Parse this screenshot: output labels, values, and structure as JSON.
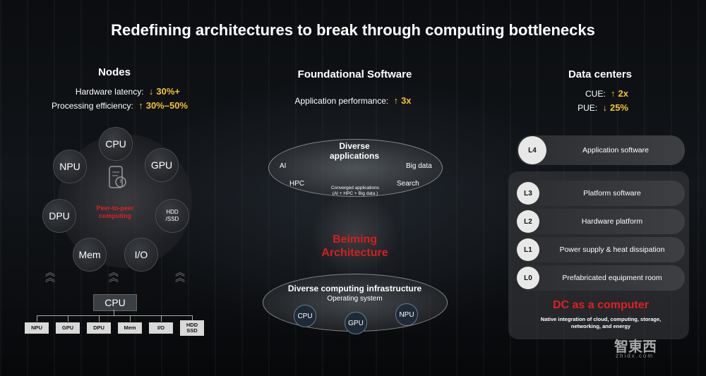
{
  "title": "Redefining architectures to break through computing bottlenecks",
  "nodes": {
    "heading": "Nodes",
    "metrics": [
      {
        "label": "Hardware latency:",
        "arrow": "↓",
        "value": "30%+"
      },
      {
        "label": "Processing efficiency:",
        "arrow": "↑",
        "value": "30%–50%"
      }
    ],
    "ring": [
      "CPU",
      "GPU",
      "HDD\n/SSD",
      "I/O",
      "Mem",
      "DPU",
      "NPU"
    ],
    "center": "Peer-to-peer\ncomputing",
    "bus_cpu": "CPU",
    "bus_items": [
      "NPU",
      "GPU",
      "DPU",
      "Mem",
      "I/O",
      "HDD\nSSD"
    ]
  },
  "software": {
    "heading": "Foundational Software",
    "metric": {
      "label": "Application performance:",
      "arrow": "↑",
      "value": "3x"
    },
    "top_title": "Diverse\napplications",
    "apps": [
      "AI",
      "Big data",
      "HPC",
      "Search"
    ],
    "converged": "Converged applications\n(AI + HPC + Big data )",
    "architecture": "Beiming\nArchitecture",
    "infra_title": "Diverse computing infrastructure",
    "infra_sub": "Operating system",
    "chips": [
      "CPU",
      "GPU",
      "NPU"
    ]
  },
  "datacenters": {
    "heading": "Data centers",
    "metrics": [
      {
        "label": "CUE:",
        "arrow": "↑",
        "value": "2x"
      },
      {
        "label": "PUE:",
        "arrow": "↓",
        "value": "25%"
      }
    ],
    "layers": [
      {
        "badge": "L4",
        "label": "Application software"
      },
      {
        "badge": "L3",
        "label": "Platform software"
      },
      {
        "badge": "L2",
        "label": "Hardware platform"
      },
      {
        "badge": "L1",
        "label": "Power supply & heat dissipation"
      },
      {
        "badge": "L0",
        "label": "Prefabricated equipment room"
      }
    ],
    "dc_title": "DC as a computer",
    "dc_desc": "Native integration of cloud, computing, storage,\nnetworking, and energy"
  },
  "watermark": {
    "logo": "智東西",
    "url": "zhidx.com"
  },
  "colors": {
    "accent": "#f4c430",
    "red": "#e02020"
  }
}
